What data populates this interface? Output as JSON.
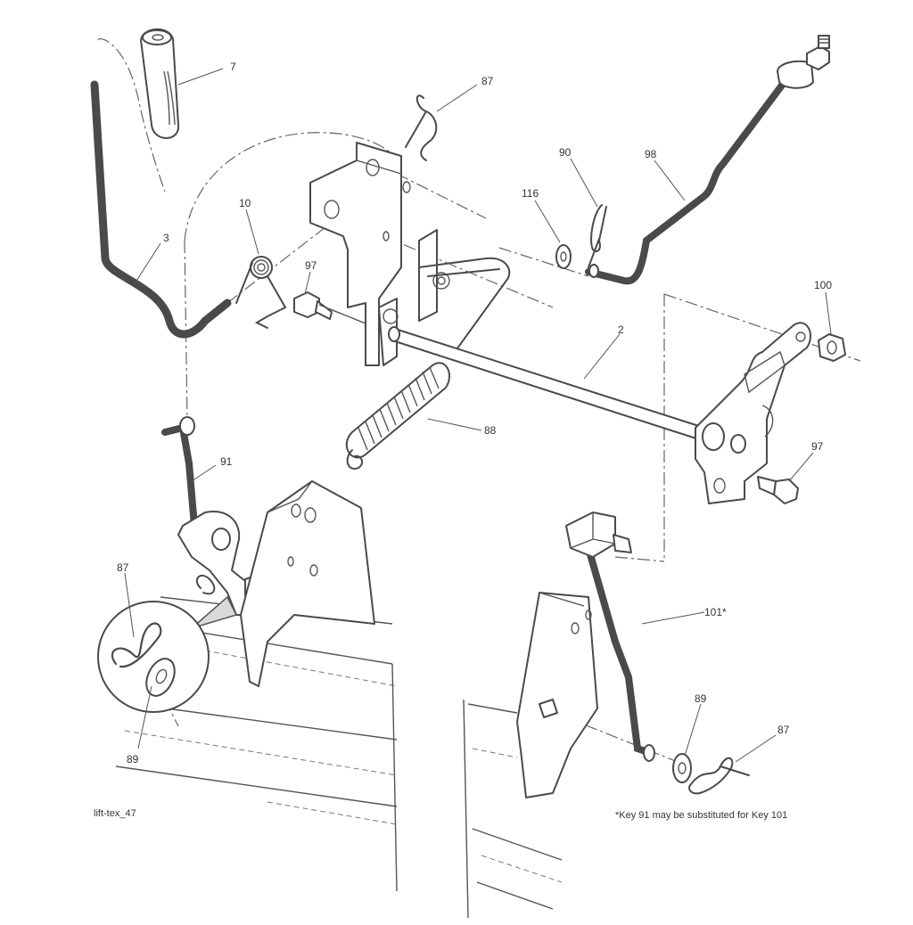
{
  "diagram": {
    "labels": {
      "k7": "7",
      "k87_top": "87",
      "k10": "10",
      "k3": "3",
      "k97_left": "97",
      "k90": "90",
      "k98": "98",
      "k116": "116",
      "k100": "100",
      "k2": "2",
      "k88": "88",
      "k91": "91",
      "k97_right": "97",
      "k87_inset": "87",
      "k89_inset": "89",
      "k101": "101*",
      "k89_right": "89",
      "k87_right": "87"
    },
    "footer": {
      "drawing_id": "lift-tex_47",
      "note": "*Key 91 may be substituted for Key 101"
    }
  }
}
